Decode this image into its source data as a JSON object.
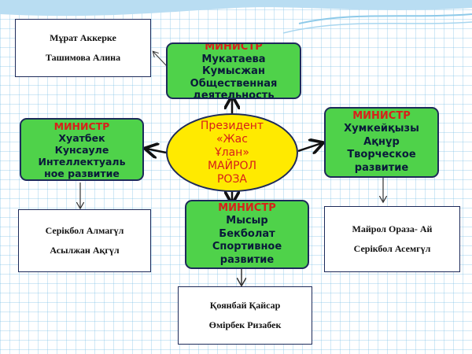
{
  "president": {
    "lines": [
      "Президент",
      "«Жас",
      "Ұлан»",
      "МАЙРОЛ",
      "РОЗА"
    ]
  },
  "ministers": {
    "top": [
      "МИНИСТР",
      "Мукатаева",
      "Кумысжан",
      "Общественная",
      "деятельность"
    ],
    "left": [
      "МИНИСТР",
      "Хуатбек",
      "Кунсауле",
      "Интеллектуаль",
      "ное развитие"
    ],
    "right": [
      "МИНИСТР",
      "Хумкейқызы",
      "Ақнұр",
      "Творческое",
      "развитие"
    ],
    "bottom": [
      "МИНИСТР",
      "Мысыр",
      "Бекболат",
      "Спортивное",
      "развитие"
    ]
  },
  "teams": {
    "top_left": [
      "Мұрат Аккерке",
      "Ташимова Алина"
    ],
    "left": [
      "Серікбол Алмагүл",
      "Асылжан Ақгүл"
    ],
    "right": [
      "Майрол Ораза- Ай",
      "Серікбол Асемгүл"
    ],
    "bottom": [
      "Қоянбай Қайсар",
      "Өмірбек Ризабек"
    ]
  },
  "colors": {
    "minister_box": "#4fd24a",
    "president_oval": "#ffea00",
    "title_text": "#d8201a",
    "border": "#1d2a5a"
  }
}
